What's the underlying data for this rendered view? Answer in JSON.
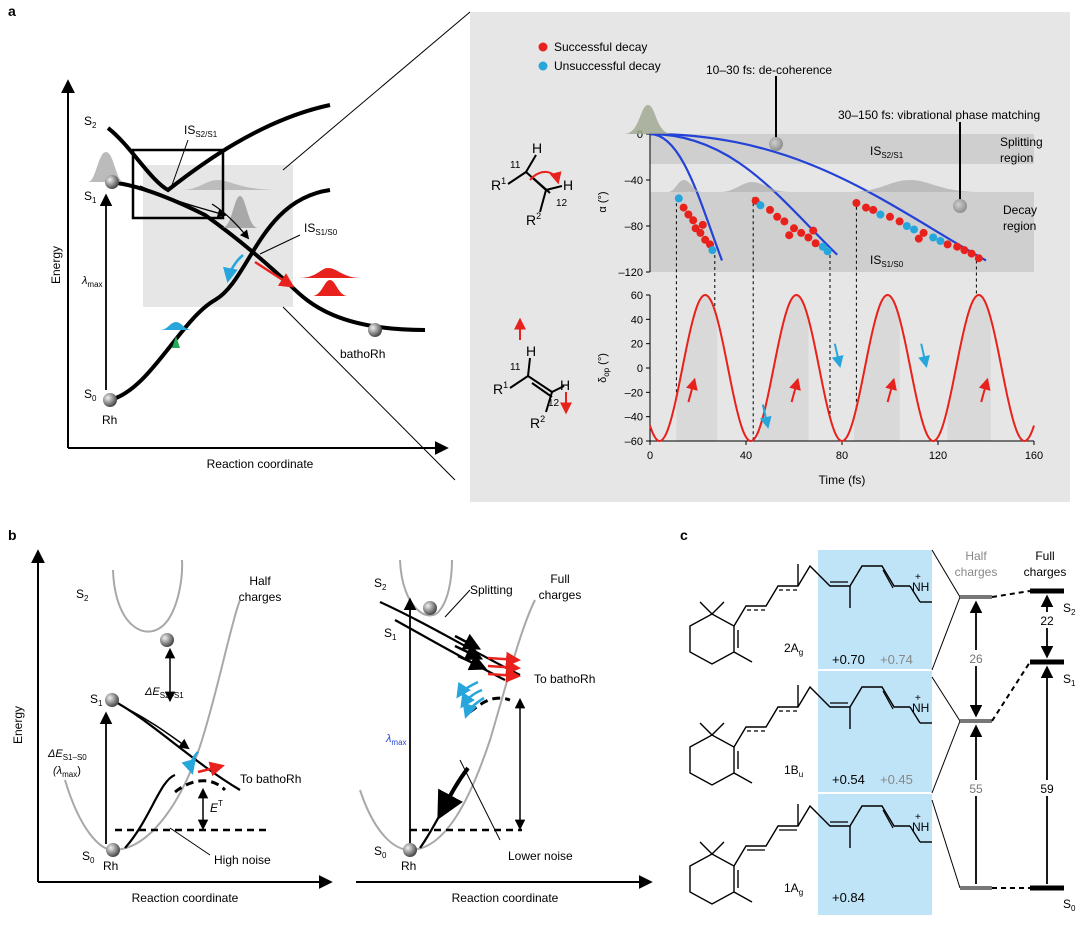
{
  "panels": {
    "a": "a",
    "b": "b",
    "c": "c"
  },
  "colors": {
    "red": "#e8211c",
    "blue": "#2342d6",
    "cyan": "#27a6dc",
    "gray_box": "#e6e6e6",
    "band": "#cfcfcf",
    "light_blue": "#bfe3f7"
  },
  "panel_a": {
    "y_axis": "Energy",
    "x_axis": "Reaction coordinate",
    "s2": "S",
    "s2_sub": "2",
    "s1": "S",
    "s1_sub": "1",
    "s0": "S",
    "s0_sub": "0",
    "lambda": "λ",
    "lambda_sub": "max",
    "is21": "IS",
    "is21_sub": "S2/S1",
    "is10": "IS",
    "is10_sub": "S1/S0",
    "rh": "Rh",
    "batho": "bathoRh"
  },
  "panel_a_right": {
    "legend_success": "Successful decay",
    "legend_unsuccess": "Unsuccessful decay",
    "decoherence": "10–30 fs: de-coherence",
    "phase_matching": "30–150 fs: vibrational phase matching",
    "splitting_1": "Splitting",
    "splitting_2": "region",
    "decay_1": "Decay",
    "decay_2": "region",
    "is21": "IS",
    "is21_sub": "S2/S1",
    "is10": "IS",
    "is10_sub": "S1/S0",
    "alpha_label": "α (°)",
    "delta_label": "δ",
    "delta_sub": "op",
    "delta_unit": " (°)",
    "alpha_ticks": [
      "0",
      "–40",
      "–80",
      "–120"
    ],
    "delta_ticks": [
      "60",
      "40",
      "20",
      "0",
      "–20",
      "–40",
      "–60"
    ],
    "x_ticks": [
      "0",
      "40",
      "80",
      "120",
      "160"
    ],
    "x_label": "Time (fs)",
    "mol": {
      "r1": "R",
      "r1_sup": "1",
      "r2": "R",
      "r2_sup": "2",
      "h": "H",
      "n11": "11",
      "n12": "12"
    }
  },
  "panel_b": {
    "y_axis": "Energy",
    "x_axis_left": "Reaction coordinate",
    "x_axis_right": "Reaction coordinate",
    "half_1": "Half",
    "half_2": "charges",
    "full_1": "Full",
    "full_2": "charges",
    "s2": "S",
    "s2_sub": "2",
    "s1": "S",
    "s1_sub": "1",
    "s0": "S",
    "s0_sub": "0",
    "de21": "ΔE",
    "de21_sub": "S2–S1",
    "de10": "ΔE",
    "de10_sub": "S1–S0",
    "lam": "(λ",
    "lam_sub": "max",
    "lam_close": ")",
    "et": "E",
    "et_sup": "T",
    "to_batho_left": "To bathoRh",
    "to_batho_right": "To bathoRh",
    "high_noise": "High noise",
    "lower_noise": "Lower noise",
    "splitting": "Splitting",
    "lambda": "λ",
    "lambda_sub": "max",
    "rh_left": "Rh",
    "rh_right": "Rh"
  },
  "panel_c": {
    "half_1": "Half",
    "half_2": "charges",
    "full_1": "Full",
    "full_2": "charges",
    "states": [
      {
        "name": "2A",
        "sub": "g",
        "left": "+0.70",
        "right": "+0.74"
      },
      {
        "name": "1B",
        "sub": "u",
        "left": "+0.54",
        "right": "+0.45"
      },
      {
        "name": "1A",
        "sub": "g",
        "left": "+0.84",
        "right": ""
      }
    ],
    "nh": "NH",
    "plus": "+",
    "gap_half_upper": "26",
    "gap_half_lower": "55",
    "gap_full_upper": "22",
    "gap_full_lower": "59",
    "s2": "S",
    "s2_sub": "2",
    "s1": "S",
    "s1_sub": "1",
    "s0": "S",
    "s0_sub": "0"
  }
}
